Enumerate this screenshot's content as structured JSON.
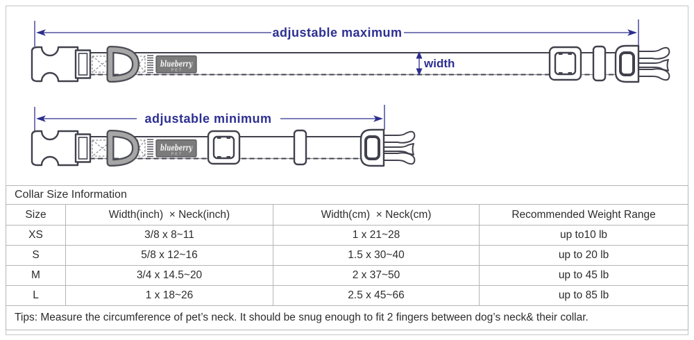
{
  "colors": {
    "accent_navy": "#2c2e8c",
    "hardware_outline": "#41414d",
    "dring_gray": "#a6a6a6",
    "label_bg": "#7b7b7b",
    "table_border": "#b5b5b5",
    "frame_border": "#c6c6c6",
    "text": "#2c2c2c"
  },
  "diagram": {
    "max_label": "adjustable maximum",
    "min_label": "adjustable minimum",
    "width_label": "width",
    "brand": {
      "name": "blueberry",
      "sub": "PET"
    }
  },
  "table": {
    "title": "Collar Size Information",
    "columns": [
      "Size",
      "Width(inch)  × Neck(inch)",
      "Width(cm)  × Neck(cm)",
      "Recommended Weight Range"
    ],
    "rows": [
      {
        "size": "XS",
        "inch": "3/8 x 8~11",
        "cm": "1 x 21~28",
        "weight": "up to10 lb"
      },
      {
        "size": "S",
        "inch": "5/8 x 12~16",
        "cm": "1.5 x 30~40",
        "weight": "up to 20 lb"
      },
      {
        "size": "M",
        "inch": "3/4 x 14.5~20",
        "cm": "2 x 37~50",
        "weight": "up to 45 lb"
      },
      {
        "size": "L",
        "inch": "1 x 18~26",
        "cm": "2.5 x 45~66",
        "weight": "up to 85 lb"
      }
    ],
    "tips": "Tips: Measure the circumference of pet’s neck. It should be snug enough to fit 2 fingers between dog’s neck& their collar."
  }
}
